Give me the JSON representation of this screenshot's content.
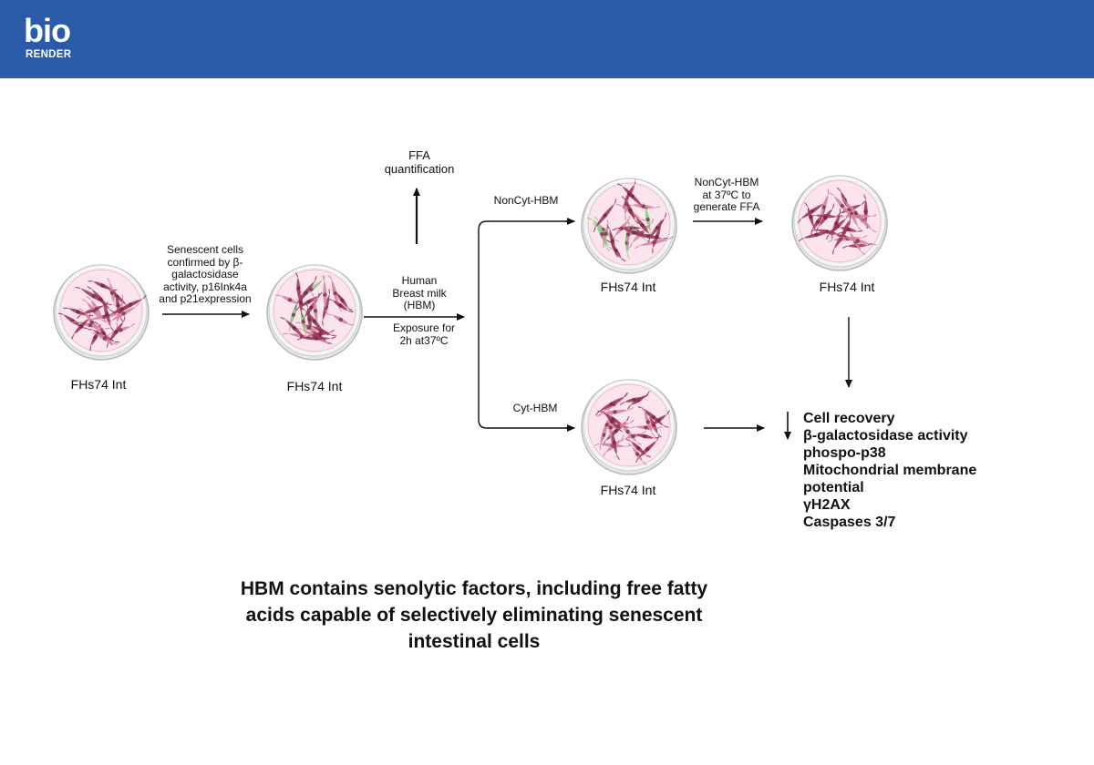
{
  "brand": {
    "logo_top": "bio",
    "logo_bottom": "RENDER"
  },
  "dishes": {
    "d1": "FHs74 Int",
    "d2": "FHs74 Int",
    "d3": "FHs74 Int",
    "d4": "FHs74 Int",
    "d5": "FHs74 Int"
  },
  "steps": {
    "senescent": [
      "Senescent cells",
      "confirmed by β-",
      "galactosidase",
      "activity, p16Ink4a",
      "and p21expression"
    ],
    "hbm": [
      "Human",
      "Breast milk",
      "(HBM)"
    ],
    "exposure": [
      "Exposure for",
      "2h at37ºC"
    ],
    "ffa": [
      "FFA",
      "quantification"
    ],
    "noncyt": "NonCyt-HBM",
    "cyt": "Cyt-HBM",
    "noncyt_ffa": [
      "NonCyt-HBM",
      "at 37ºC to",
      "generate FFA"
    ]
  },
  "outcomes": {
    "arrow": "↓",
    "items": [
      "Cell recovery",
      "β-galactosidase activity",
      "phospo-p38",
      "Mitochondrial membrane",
      "potential",
      "γH2AX",
      "Caspases 3/7"
    ]
  },
  "conclusion": [
    "HBM contains senolytic factors, including free fatty",
    "acids capable of selectively eliminating senescent",
    "intestinal cells"
  ],
  "colors": {
    "header": "#2a5ba8",
    "dish_fill": "#fce4ec",
    "dish_rim": "#b9b9b9",
    "cell_dark": "#9c3a5c",
    "cell_light": "#d4869f",
    "cell_green": "#8cc98a"
  }
}
